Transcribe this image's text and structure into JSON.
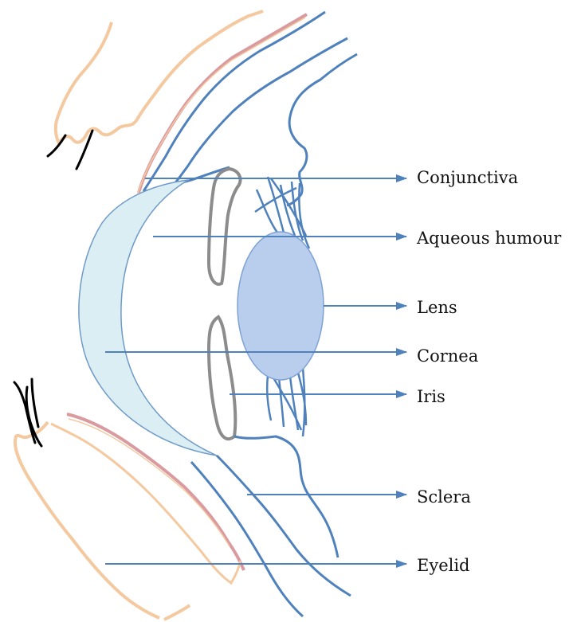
{
  "labels": {
    "conjunctiva": "Conjunctiva",
    "aqueous_humour": "Aqueous humour",
    "lens": "Lens",
    "cornea": "Cornea",
    "iris": "Iris",
    "sclera": "Sclera",
    "eyelid": "Eyelid"
  },
  "colors": {
    "pointer_line": "#4f81bd",
    "sclera_line": "#4f81bd",
    "cornea_fill": "#daeef3",
    "lens_fill": "#b9cdec",
    "iris_line": "#8c8c8c",
    "skin_line": "#f4c9a0",
    "conjunctiva_line": "#d99aa0",
    "eyelash": "#000000"
  }
}
